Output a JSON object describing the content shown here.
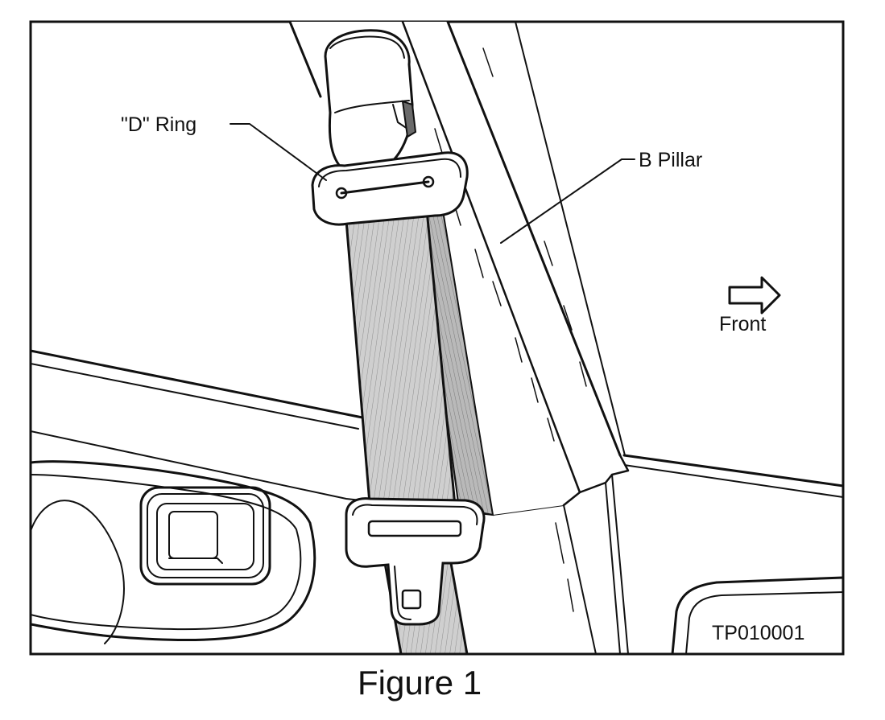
{
  "labels": {
    "d_ring": "\"D\" Ring",
    "b_pillar": "B Pillar",
    "front": "Front"
  },
  "figure_code": "TP010001",
  "caption": "Figure 1",
  "colors": {
    "ink": "#111111",
    "belt_fill": "#c8c8c8",
    "belt_shadow": "#a9a9a9",
    "background": "#ffffff"
  }
}
